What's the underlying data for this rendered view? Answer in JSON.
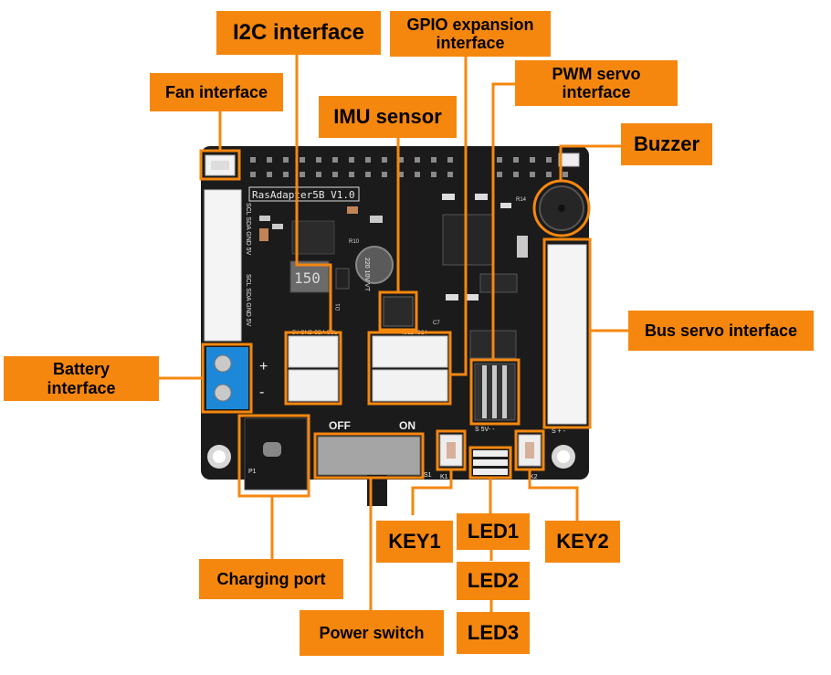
{
  "board": {
    "silkscreen_title": "RasAdapter5B V1.0",
    "switch_off": "OFF",
    "switch_on": "ON",
    "inductor_text": "150",
    "cap_text": "220 10V VT",
    "batt_plus": "+",
    "batt_minus": "-",
    "p1_label": "P1",
    "s1_label": "S1",
    "k1_label": "K1",
    "k2_label": "K2",
    "i2c_pins_top": "SCL SDA GND 5V",
    "i2c_pins_mid": "SCL SDA GND 5V",
    "header_gpio": "5V GND SDA SCL",
    "header_gpio2": "IO22 IO24",
    "pwm_pins": "S 5V- -",
    "bus_pins": "S + -",
    "r14": "R14",
    "c7": "C7",
    "r10": "R10",
    "d1": "D1"
  },
  "colors": {
    "label_bg": "#f5870f",
    "callout": "#f5870f",
    "pcb": "#1b1b1b",
    "terminal": "#1e88d8"
  },
  "labels": {
    "i2c": "I2C interface",
    "gpio_line1": "GPIO expansion",
    "gpio_line2": "interface",
    "fan": "Fan interface",
    "pwm_line1": "PWM servo",
    "pwm_line2": "interface",
    "imu": "IMU sensor",
    "buzzer": "Buzzer",
    "bus_servo": "Bus servo interface",
    "battery_line1": "Battery",
    "battery_line2": "interface",
    "key1": "KEY1",
    "led1": "LED1",
    "key2": "KEY2",
    "led2": "LED2",
    "charging": "Charging port",
    "led3": "LED3",
    "power": "Power switch"
  }
}
